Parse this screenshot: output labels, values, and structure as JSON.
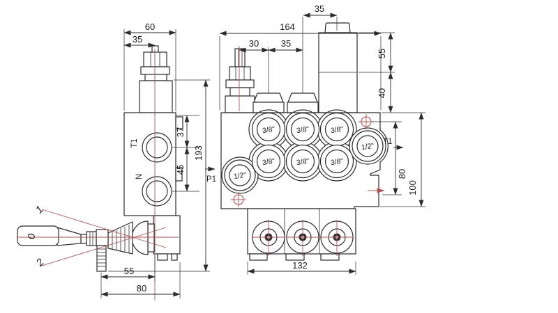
{
  "side_view": {
    "dims": {
      "width_total": "60",
      "width_to_center": "35",
      "port_t1_offset": "37",
      "port_spacing": "45",
      "height_total": "193",
      "rod_to_center": "55",
      "rod_to_edge": "80"
    },
    "labels": {
      "port_t1": "T1",
      "port_n": "N",
      "lever_pos_neutral": "0",
      "lever_pos_up": "1",
      "lever_pos_down": "2"
    }
  },
  "front_view": {
    "dims": {
      "width_total": "164",
      "spool_pitch_a": "30",
      "spool_pitch_b": "35",
      "end_block_center": "35",
      "end_block_upper": "55",
      "end_block_lower": "40",
      "outlet_span": "80",
      "body_height": "100",
      "base_width": "132"
    },
    "labels": {
      "port_p1": "P1",
      "port_t1": "T1"
    },
    "ports_top": [
      "3/8\"",
      "3/8\"",
      "3/8\""
    ],
    "ports_bottom": [
      "3/8\"",
      "3/8\"",
      "3/8\""
    ],
    "port_inlet": "1/2\"",
    "port_outlet": "1/2\""
  },
  "colors": {
    "line": "#2b2b2b",
    "centerline": "#b25353",
    "background": "#ffffff"
  }
}
